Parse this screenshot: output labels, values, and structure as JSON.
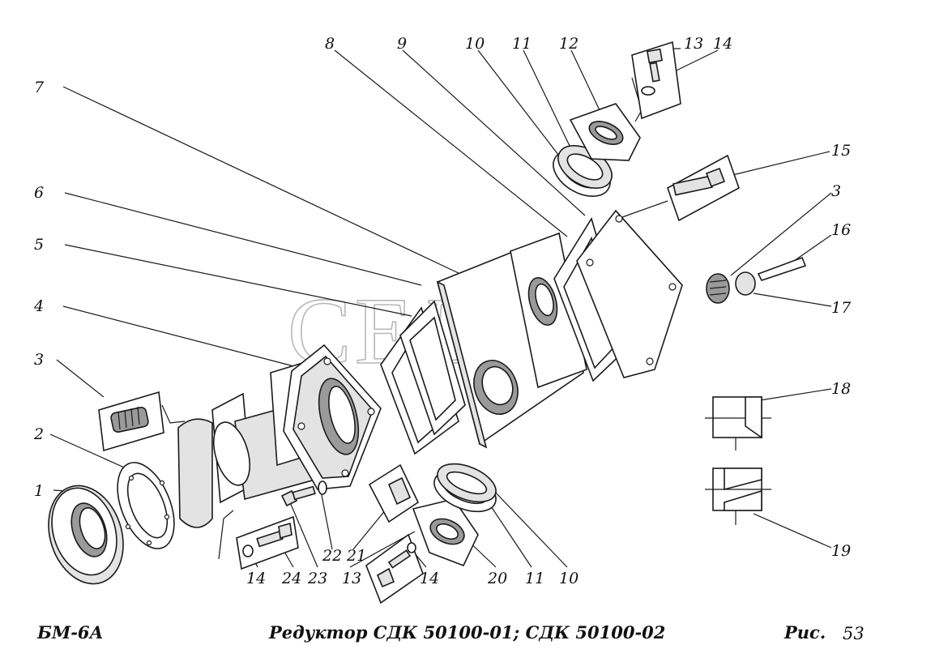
{
  "diagram": {
    "watermark": "СЕЛИ",
    "footer": {
      "model_code": "БМ-6А",
      "caption": "Редуктор  СДК 50100-01; СДК 50100-02",
      "figure_prefix": "Рис.",
      "figure_number": "53"
    },
    "callouts": [
      {
        "label": "1"
      },
      {
        "label": "2"
      },
      {
        "label": "3"
      },
      {
        "label": "4"
      },
      {
        "label": "5"
      },
      {
        "label": "6"
      },
      {
        "label": "7"
      },
      {
        "label": "8"
      },
      {
        "label": "9"
      },
      {
        "label": "10"
      },
      {
        "label": "11"
      },
      {
        "label": "12"
      },
      {
        "label": "13"
      },
      {
        "label": "14"
      },
      {
        "label": "15"
      },
      {
        "label": "3"
      },
      {
        "label": "16"
      },
      {
        "label": "17"
      },
      {
        "label": "18"
      },
      {
        "label": "19"
      },
      {
        "label": "14"
      },
      {
        "label": "24"
      },
      {
        "label": "23"
      },
      {
        "label": "22"
      },
      {
        "label": "21"
      },
      {
        "label": "13"
      },
      {
        "label": "14"
      },
      {
        "label": "20"
      },
      {
        "label": "11"
      },
      {
        "label": "10"
      }
    ]
  }
}
